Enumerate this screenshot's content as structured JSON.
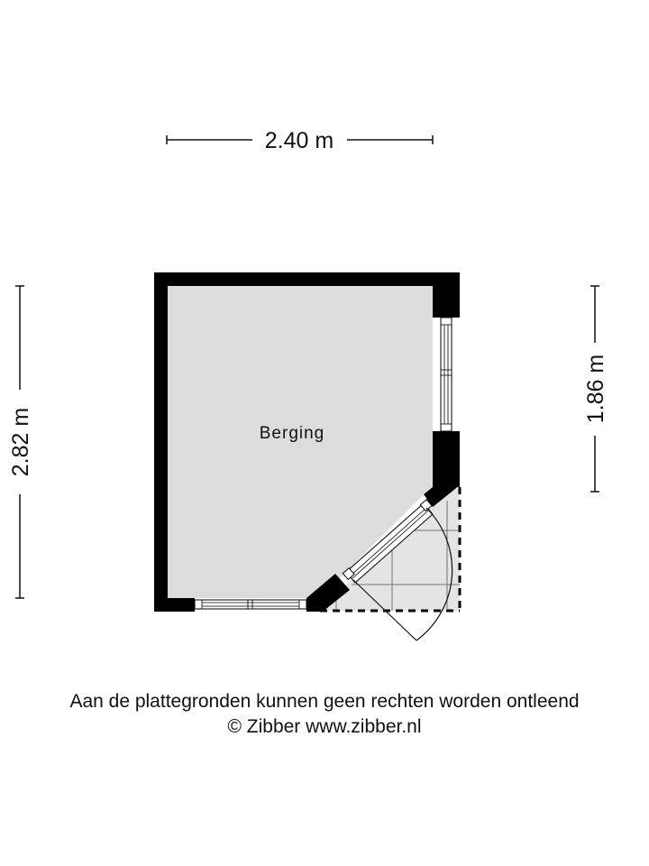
{
  "room": {
    "label": "Berging"
  },
  "dimensions": {
    "top": "2.40 m",
    "left": "2.82 m",
    "right": "1.86 m"
  },
  "footer": {
    "disclaimer": "Aan de plattegronden kunnen geen rechten worden ontleend",
    "copyright": "© Zibber www.zibber.nl"
  },
  "colors": {
    "wall": "#000000",
    "floor": "#dcdcdc",
    "terrace": "#e4e4e4",
    "line": "#111111"
  }
}
